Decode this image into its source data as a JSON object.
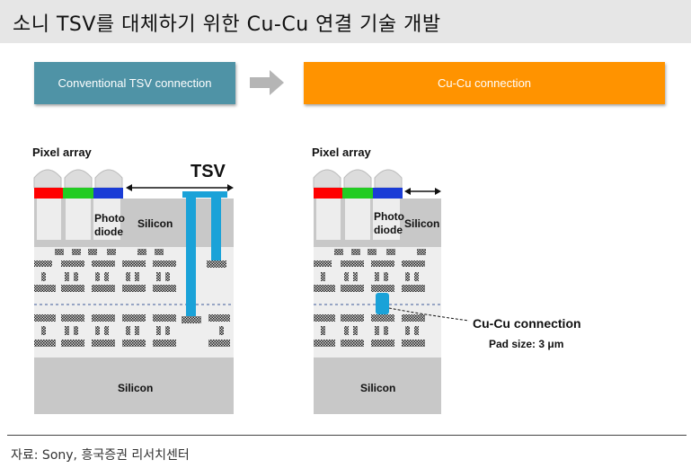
{
  "title": "소니 TSV를 대체하기 위한 Cu-Cu 연결 기술 개발",
  "header_boxes": {
    "left": "Conventional TSV connection",
    "right": "Cu-Cu connection"
  },
  "left_diagram": {
    "pixel_array_label": "Pixel array",
    "tsv_label": "TSV",
    "photodiode_line1": "Photo",
    "photodiode_line2": "diode",
    "silicon_upper": "Silicon",
    "silicon_lower": "Silicon"
  },
  "right_diagram": {
    "pixel_array_label": "Pixel array",
    "photodiode_line1": "Photo",
    "photodiode_line2": "diode",
    "silicon_upper": "Silicon",
    "silicon_lower": "Silicon",
    "cucu_label": "Cu-Cu connection",
    "pad_size": "Pad size: 3 μm"
  },
  "colors": {
    "tsv_header": "#4f93a6",
    "cucu_header": "#ff9300",
    "tsv_connector": "#1aa2d8",
    "filter_red": "#ff0000",
    "filter_green": "#22cc22",
    "filter_blue": "#1a3cd6"
  },
  "footer": "자료: Sony, 흥국증권 리서치센터"
}
